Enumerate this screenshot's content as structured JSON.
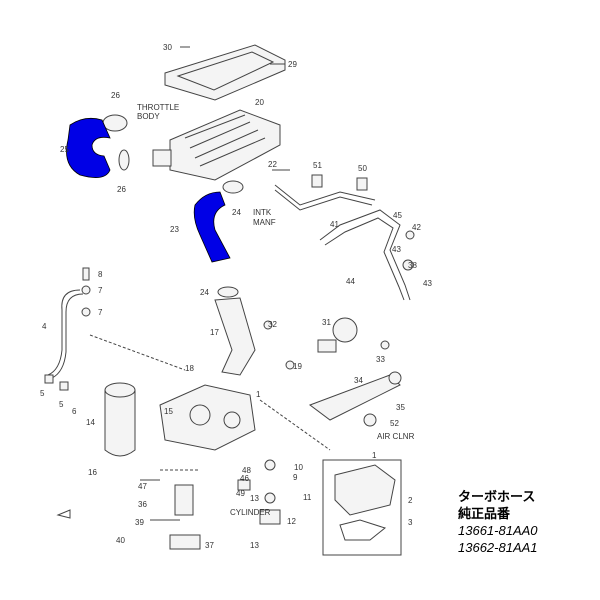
{
  "callouts": [
    "30",
    "29",
    "26",
    "20",
    "25",
    "26",
    "22",
    "51",
    "50",
    "24",
    "45",
    "41",
    "42",
    "23",
    "43",
    "38",
    "44",
    "43",
    "8",
    "7",
    "24",
    "7",
    "4",
    "32",
    "17",
    "31",
    "33",
    "19",
    "18",
    "1",
    "34",
    "5",
    "5",
    "6",
    "35",
    "15",
    "14",
    "52",
    "16",
    "10",
    "48",
    "46",
    "9",
    "47",
    "49",
    "13",
    "11",
    "36",
    "39",
    "12",
    "40",
    "13",
    "37",
    "1",
    "2",
    "3"
  ],
  "captions": {
    "throttle_1": "THROTTLE",
    "throttle_2": "BODY",
    "intk_1": "INTK",
    "intk_2": "MANF",
    "air_cleaner": "AIR CLNR",
    "cylinder": "CYLINDER"
  },
  "info": {
    "title": "ターボホース",
    "subtitle": "純正品番",
    "part_numbers": [
      "13661-81AA0",
      "13662-81AA1"
    ]
  },
  "colors": {
    "highlight": "#0000e6"
  }
}
